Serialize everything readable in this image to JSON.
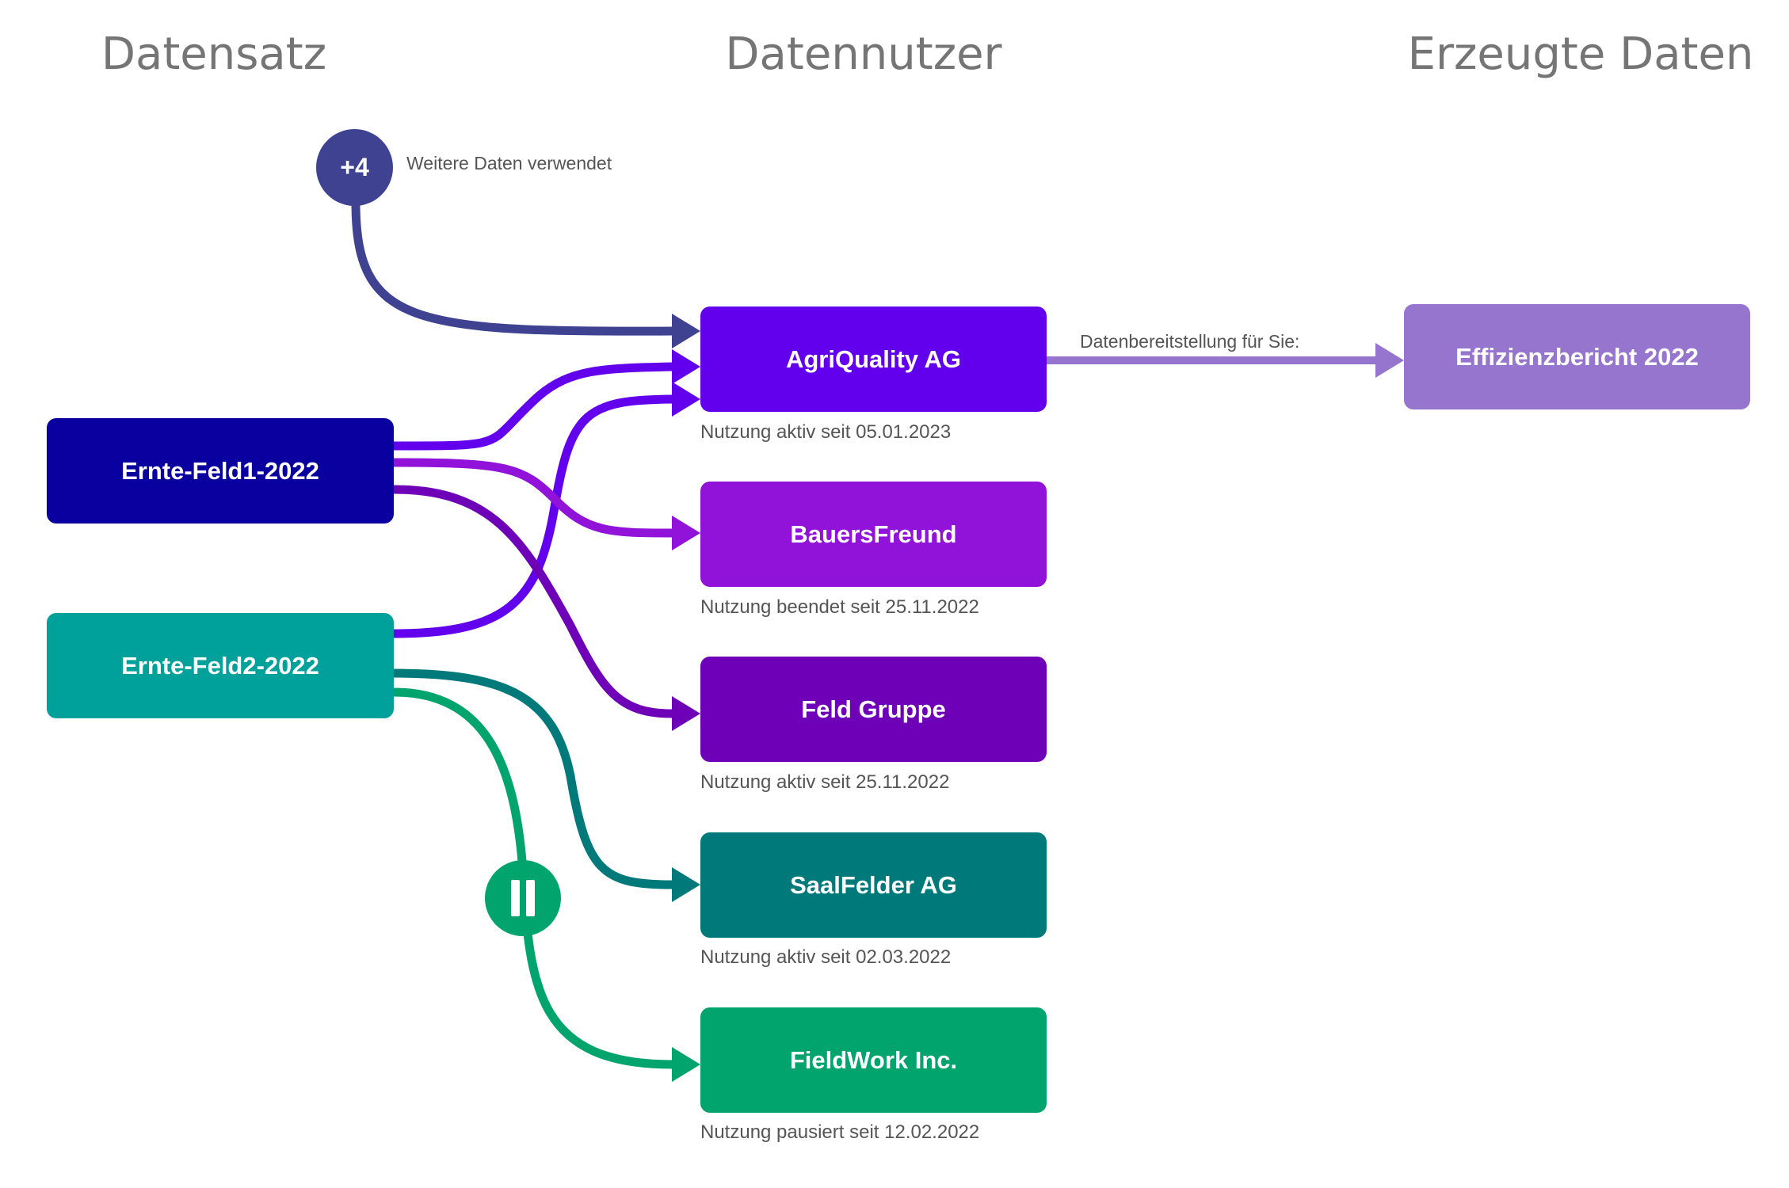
{
  "headings": {
    "datensatz": "Datensatz",
    "datennutzer": "Datennutzer",
    "erzeugte_daten": "Erzeugte Daten"
  },
  "more_badge": {
    "label": "+4",
    "note": "Weitere Daten verwendet",
    "color": "#3F4291"
  },
  "datasets": [
    {
      "label": "Ernte-Feld1-2022",
      "color": "#0A00A0"
    },
    {
      "label": "Ernte-Feld2-2022",
      "color": "#00A19B"
    }
  ],
  "consumers": [
    {
      "label": "AgriQuality AG",
      "status": "Nutzung aktiv seit 05.01.2023",
      "color": "#6200EE"
    },
    {
      "label": "BauersFreund",
      "status": "Nutzung beendet seit 25.11.2022",
      "color": "#9112D8"
    },
    {
      "label": "Feld Gruppe",
      "status": "Nutzung aktiv seit 25.11.2022",
      "color": "#6E00B8"
    },
    {
      "label": "SaalFelder AG",
      "status": "Nutzung aktiv seit 02.03.2022",
      "color": "#00797B"
    },
    {
      "label": "FieldWork Inc.",
      "status": "Nutzung pausiert seit 12.02.2022",
      "color": "#00A46C"
    }
  ],
  "output": {
    "label": "Effizienzbericht 2022",
    "link_label": "Datenbereitstellung für Sie:",
    "color": "#9575CD"
  },
  "pause_badge": {
    "icon": "pause-icon",
    "color": "#00A46C"
  }
}
